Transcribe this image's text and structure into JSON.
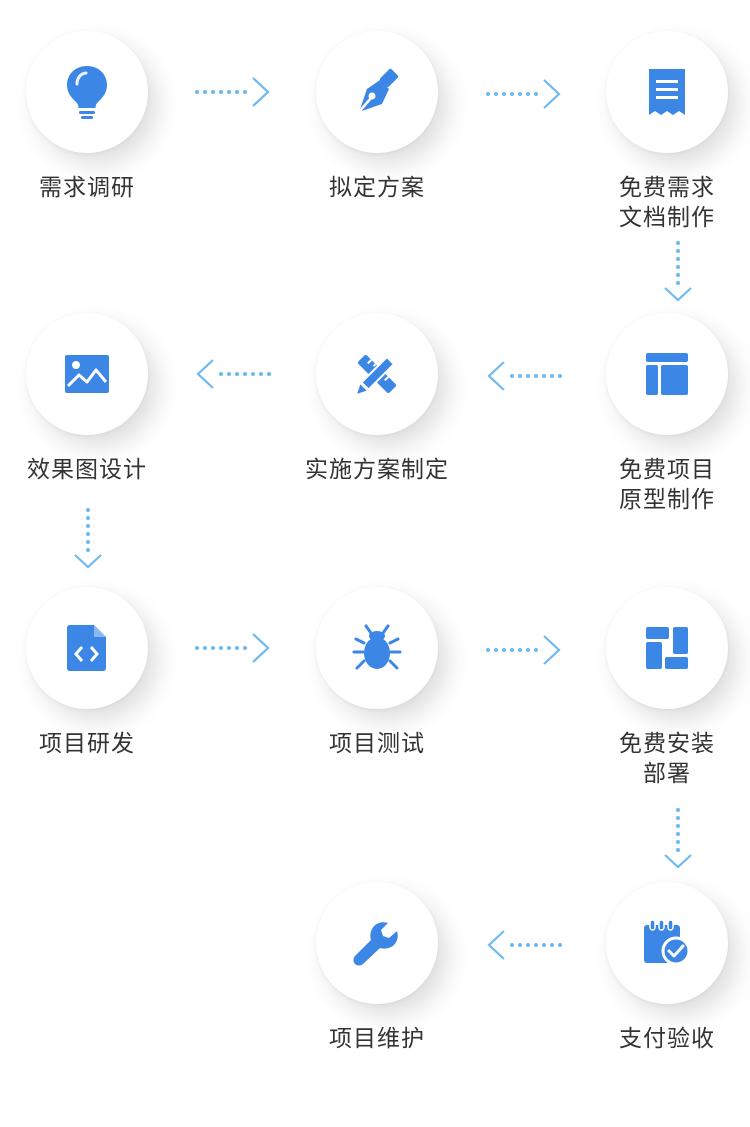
{
  "colors": {
    "icon": "#3C86E6",
    "arrow": "#6DBAF0",
    "text": "#333333"
  },
  "steps": [
    {
      "icon": "lightbulb-icon",
      "lines": [
        "需求调研"
      ]
    },
    {
      "icon": "pen-icon",
      "lines": [
        "拟定方案"
      ]
    },
    {
      "icon": "document-icon",
      "lines": [
        "免费需求",
        "文档制作"
      ]
    },
    {
      "icon": "layout-icon",
      "lines": [
        "免费项目",
        "原型制作"
      ]
    },
    {
      "icon": "ruler-pencil-icon",
      "lines": [
        "实施方案制定"
      ]
    },
    {
      "icon": "image-icon",
      "lines": [
        "效果图设计"
      ]
    },
    {
      "icon": "code-file-icon",
      "lines": [
        "项目研发"
      ]
    },
    {
      "icon": "bug-icon",
      "lines": [
        "项目测试"
      ]
    },
    {
      "icon": "dashboard-icon",
      "lines": [
        "免费安装",
        "部署"
      ]
    },
    {
      "icon": "calendar-check-icon",
      "lines": [
        "支付验收"
      ]
    },
    {
      "icon": "wrench-icon",
      "lines": [
        "项目维护"
      ]
    }
  ]
}
